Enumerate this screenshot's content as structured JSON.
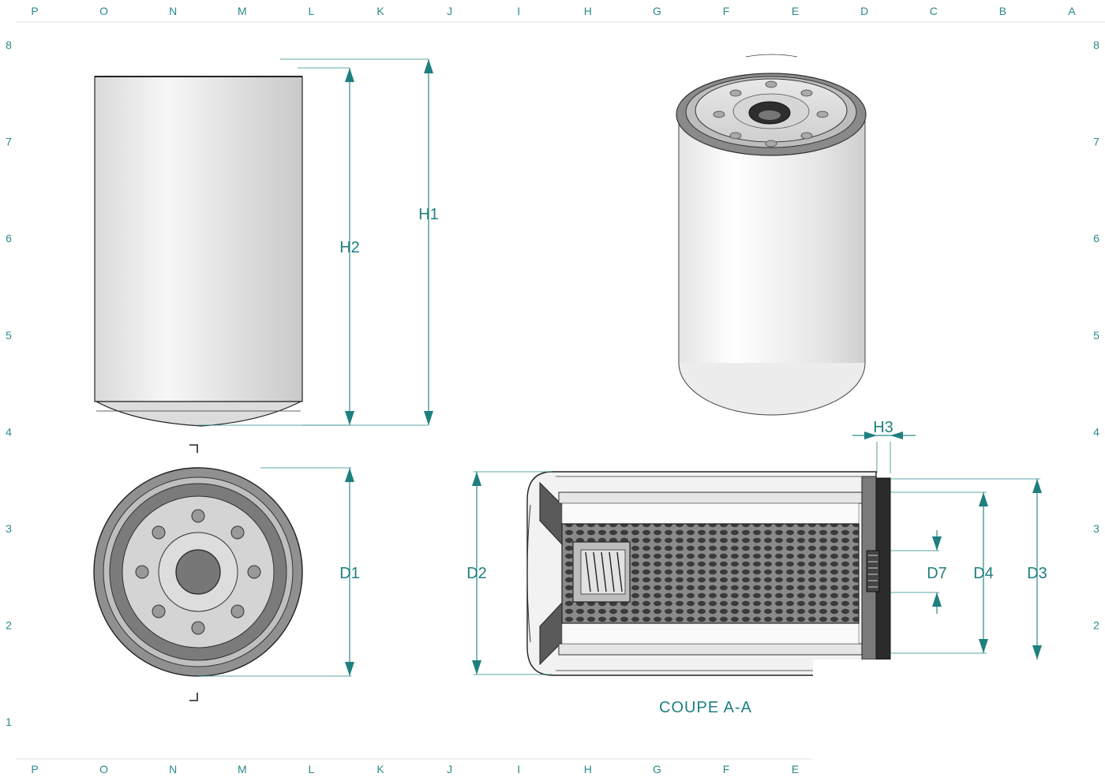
{
  "border": {
    "columns_top": [
      "P",
      "O",
      "N",
      "M",
      "L",
      "K",
      "J",
      "I",
      "H",
      "G",
      "F",
      "E",
      "D",
      "C",
      "B",
      "A"
    ],
    "columns_bottom": [
      "P",
      "O",
      "N",
      "M",
      "L",
      "K",
      "J",
      "I",
      "H",
      "G",
      "F",
      "E"
    ],
    "rows_left": [
      "8",
      "7",
      "6",
      "5",
      "4",
      "3",
      "2",
      "1"
    ],
    "rows_right": [
      "8",
      "7",
      "6",
      "5",
      "4",
      "3",
      "2"
    ]
  },
  "dimensions": {
    "h1": "H1",
    "h2": "H2",
    "h3": "H3",
    "d1": "D1",
    "d2": "D2",
    "d3": "D3",
    "d4": "D4",
    "d7": "D7"
  },
  "section": {
    "caption": "COUPE A-A"
  },
  "colors": {
    "accent": "#1f7f7f",
    "body_light": "#f4f4f4",
    "body_mid": "#d8d8d8",
    "metal_dark": "#6e6e6e"
  }
}
